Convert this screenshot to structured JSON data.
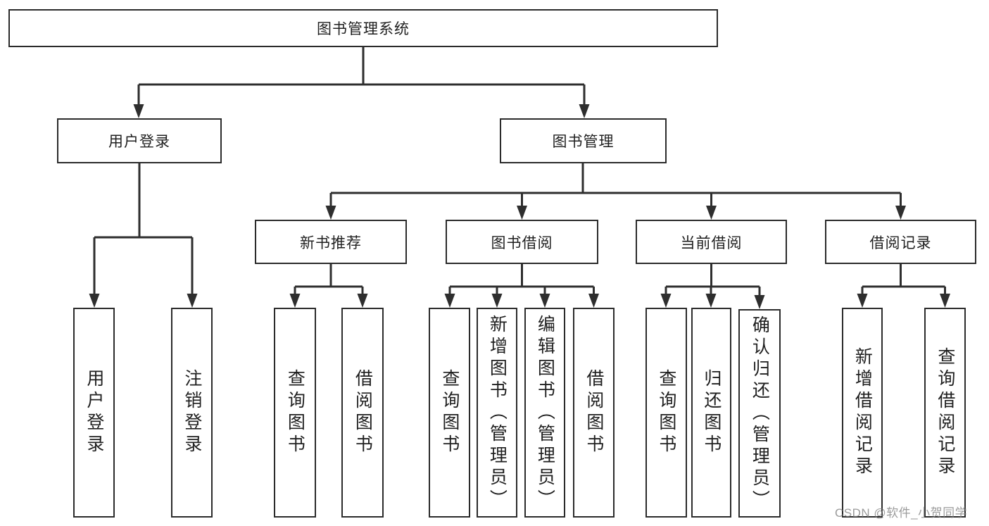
{
  "tree": {
    "label": "图书管理系统",
    "children": [
      {
        "label": "用户登录",
        "children": [
          {
            "label": "用户登录"
          },
          {
            "label": "注销登录"
          }
        ]
      },
      {
        "label": "图书管理",
        "children": [
          {
            "label": "新书推荐",
            "children": [
              {
                "label": "查询图书"
              },
              {
                "label": "借阅图书"
              }
            ]
          },
          {
            "label": "图书借阅",
            "children": [
              {
                "label": "查询图书"
              },
              {
                "label": "新增图书（管理员）"
              },
              {
                "label": "编辑图书（管理员）"
              },
              {
                "label": "借阅图书"
              }
            ]
          },
          {
            "label": "当前借阅",
            "children": [
              {
                "label": "查询图书"
              },
              {
                "label": "归还图书"
              },
              {
                "label": "确认归还（管理员）"
              }
            ]
          },
          {
            "label": "借阅记录",
            "children": [
              {
                "label": "新增借阅记录"
              },
              {
                "label": "查询借阅记录"
              }
            ]
          }
        ]
      }
    ]
  },
  "watermark": {
    "text": "CSDN @软件_小贺同学"
  },
  "colors": {
    "line": "#2e2e2e",
    "box_border": "#2b2b2b",
    "text": "#1f1f1f",
    "background": "#ffffff",
    "watermark": "#828282"
  }
}
